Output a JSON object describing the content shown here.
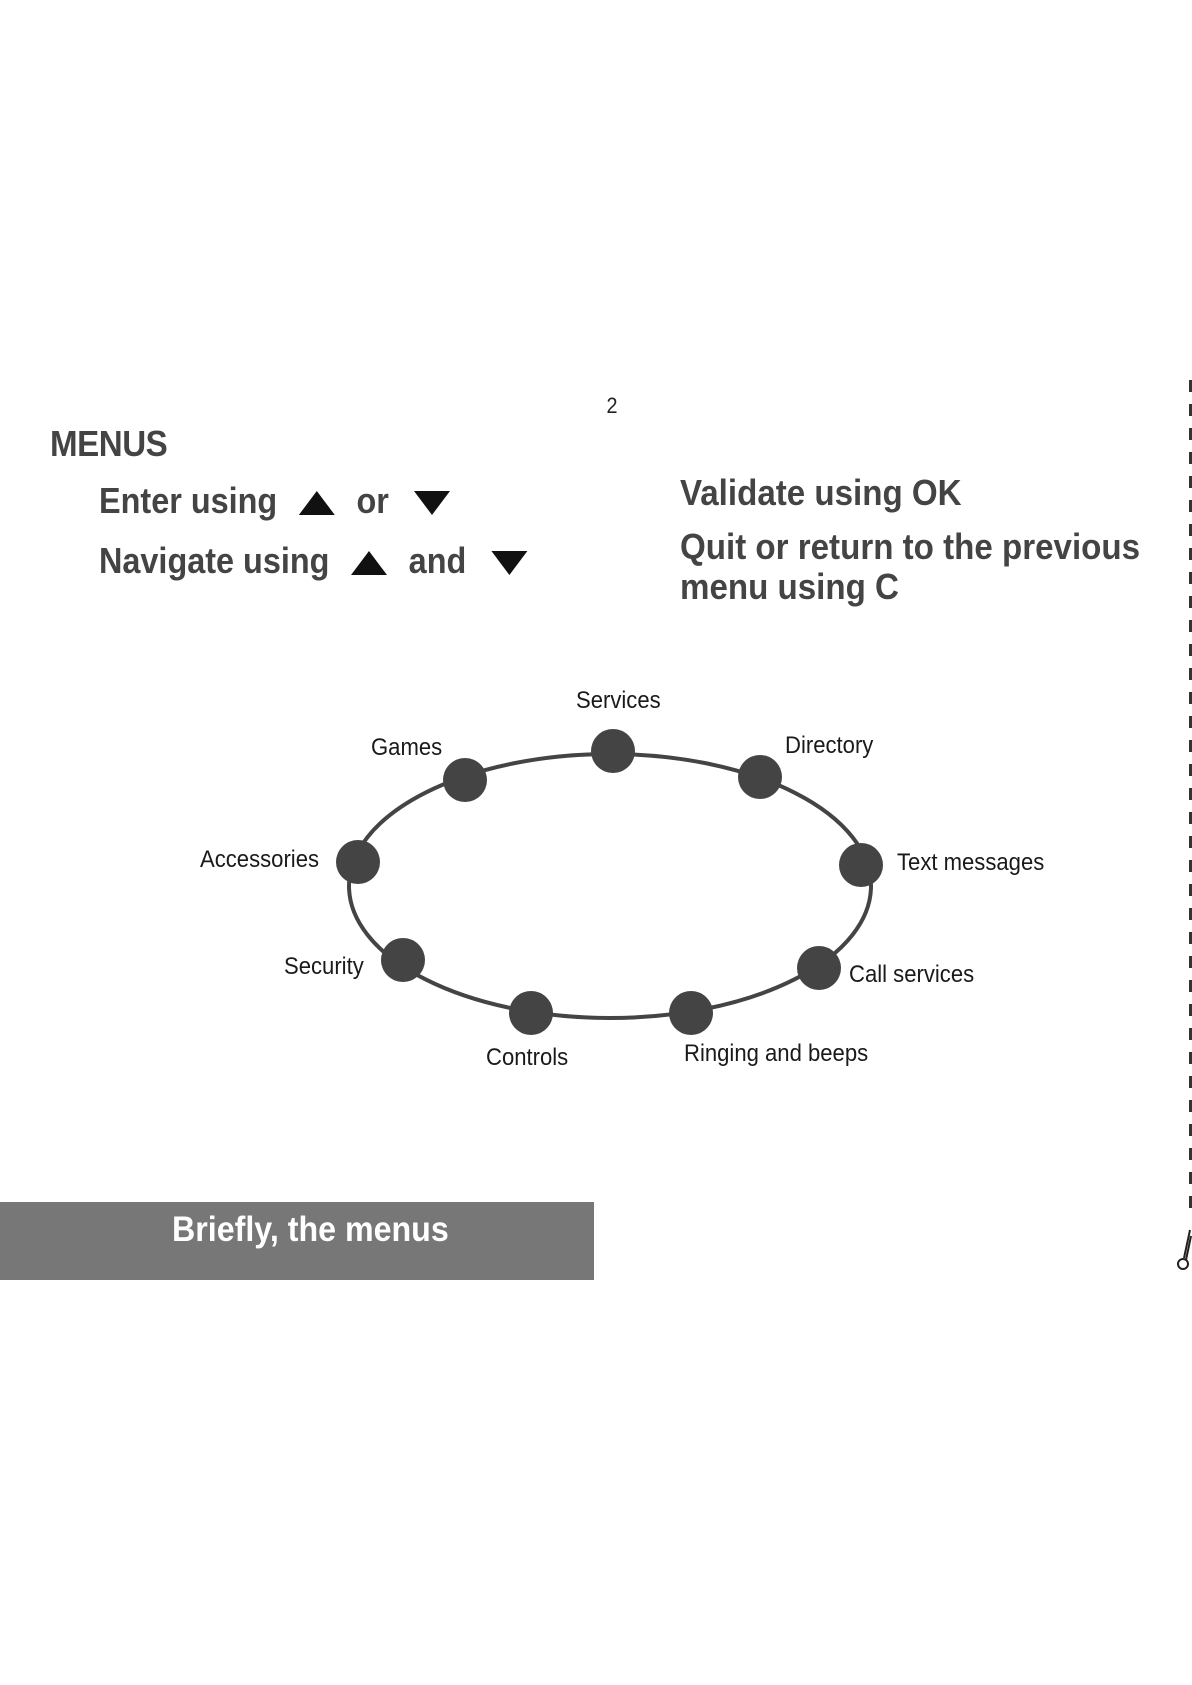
{
  "page": {
    "number": "2"
  },
  "heading": "MENUS",
  "instructions": {
    "enter": {
      "prefix": "Enter using",
      "connector": "or"
    },
    "navigate": {
      "prefix": "Navigate using",
      "connector": "and"
    },
    "validate": "Validate using OK",
    "quit_line1": "Quit or return to the previous",
    "quit_line2": "menu using C"
  },
  "menu_items": [
    "Services",
    "Directory",
    "Text messages",
    "Call services",
    "Ringing and beeps",
    "Controls",
    "Security",
    "Accessories",
    "Games"
  ],
  "banner": {
    "title": "Briefly, the menus"
  },
  "colors": {
    "text": "#444444",
    "node": "#444444",
    "banner_bg": "#777777",
    "banner_text": "#ffffff"
  },
  "icons": {
    "up": "up-triangle-icon",
    "down": "down-triangle-icon",
    "cut": "scissors-icon"
  }
}
